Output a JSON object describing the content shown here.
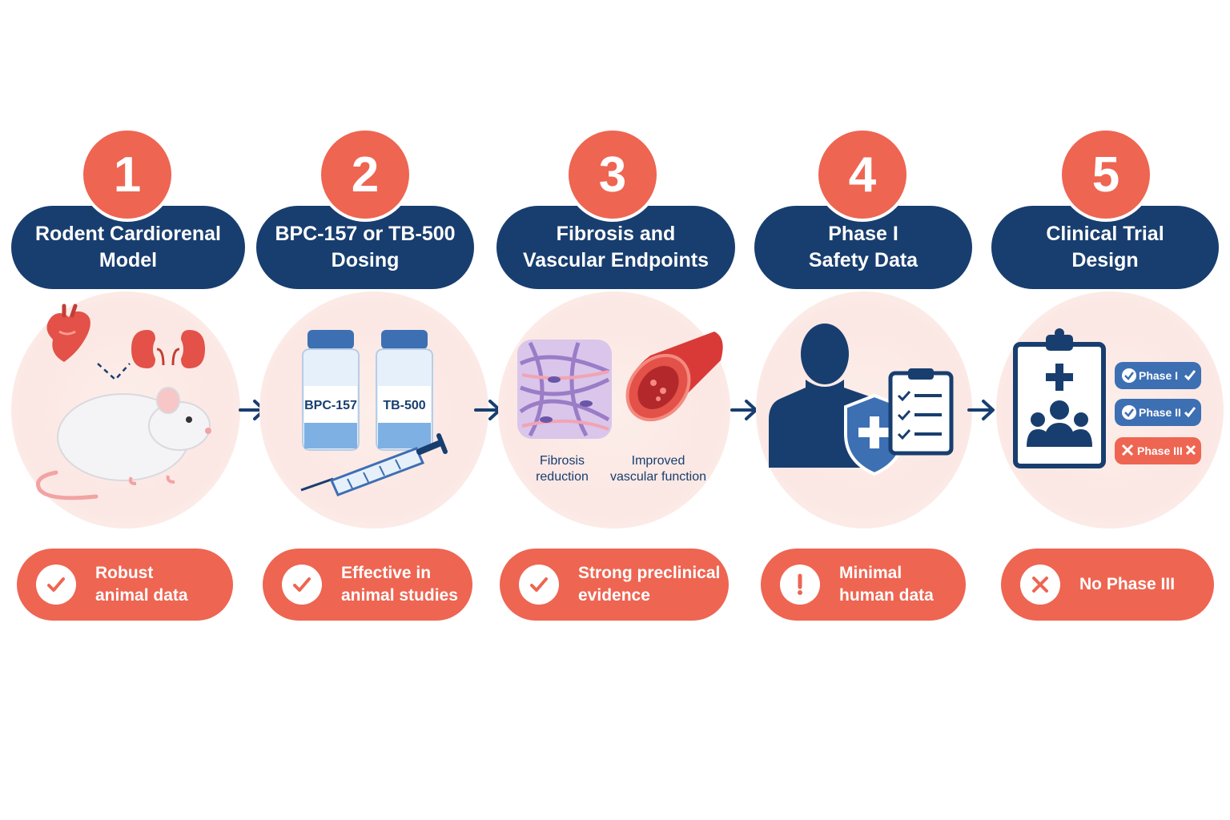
{
  "steps": [
    {
      "number": "1",
      "title": [
        "Rodent Cardiorenal",
        "Model"
      ],
      "status": [
        "Robust",
        "animal data"
      ],
      "status_icon": "check-icon"
    },
    {
      "number": "2",
      "title": [
        "BPC-157 or TB-500",
        "Dosing"
      ],
      "vials": [
        "BPC-157",
        "TB-500"
      ],
      "status": [
        "Effective in",
        "animal studies"
      ],
      "status_icon": "check-icon"
    },
    {
      "number": "3",
      "title": [
        "Fibrosis and",
        "Vascular Endpoints"
      ],
      "labels": [
        [
          "Fibrosis",
          "reduction"
        ],
        [
          "Improved",
          "vascular function"
        ]
      ],
      "status": [
        "Strong preclinical",
        "evidence"
      ],
      "status_icon": "check-icon"
    },
    {
      "number": "4",
      "title": [
        "Phase I",
        "Safety Data"
      ],
      "status": [
        "Minimal",
        "human data"
      ],
      "status_icon": "exclamation-icon"
    },
    {
      "number": "5",
      "title": [
        "Clinical Trial",
        "Design"
      ],
      "phases": [
        "Phase I",
        "Phase II",
        "Phase III"
      ],
      "status": [
        "No Phase III"
      ],
      "status_icon": "x-icon"
    }
  ],
  "colors": {
    "accent": "#ee6552",
    "navy": "#183e6f",
    "blue": "#3d6fb3",
    "pale": "#fbe7e3"
  }
}
